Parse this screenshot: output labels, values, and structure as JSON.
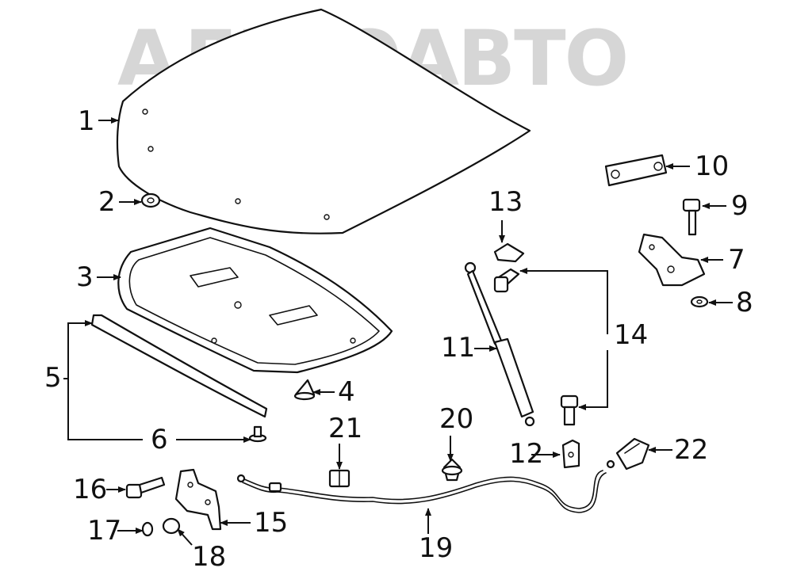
{
  "watermark": {
    "text": "АЛЕТОАВТО",
    "color": "#cfcfcf"
  },
  "callouts": [
    {
      "id": "1",
      "label": "1"
    },
    {
      "id": "2",
      "label": "2"
    },
    {
      "id": "3",
      "label": "3"
    },
    {
      "id": "4",
      "label": "4"
    },
    {
      "id": "5",
      "label": "5"
    },
    {
      "id": "6",
      "label": "6"
    },
    {
      "id": "7",
      "label": "7"
    },
    {
      "id": "8",
      "label": "8"
    },
    {
      "id": "9",
      "label": "9"
    },
    {
      "id": "10",
      "label": "10"
    },
    {
      "id": "11",
      "label": "11"
    },
    {
      "id": "12",
      "label": "12"
    },
    {
      "id": "13",
      "label": "13"
    },
    {
      "id": "14",
      "label": "14"
    },
    {
      "id": "15",
      "label": "15"
    },
    {
      "id": "16",
      "label": "16"
    },
    {
      "id": "17",
      "label": "17"
    },
    {
      "id": "18",
      "label": "18"
    },
    {
      "id": "19",
      "label": "19"
    },
    {
      "id": "20",
      "label": "20"
    },
    {
      "id": "21",
      "label": "21"
    },
    {
      "id": "22",
      "label": "22"
    }
  ]
}
